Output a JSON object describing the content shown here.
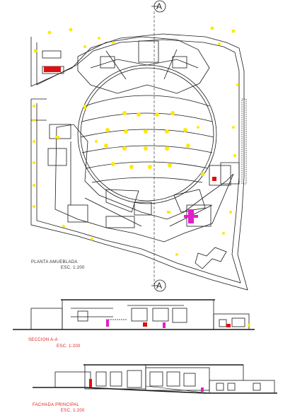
{
  "plan": {
    "title": "PLANTA AMUEBLADA",
    "scale": "ESC. 1:200",
    "axis_top_label": "A",
    "axis_bottom_label": "A"
  },
  "section": {
    "title": "SECCION A-A",
    "scale": "ESC. 1:200"
  },
  "facade": {
    "title": "FACHADA PRINCIPAL",
    "scale": "ESC. 1:200"
  },
  "colors": {
    "line": "#1a1a1a",
    "highlight": "#ffea00",
    "caption_red": "#e0201c",
    "accent_magenta": "#e020c8",
    "accent_red": "#e01010"
  }
}
